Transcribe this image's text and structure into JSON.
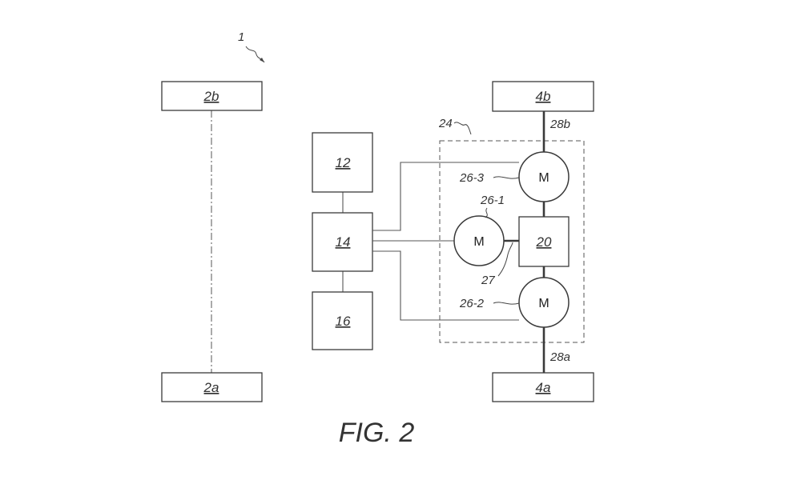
{
  "figure": {
    "caption": "FIG. 2",
    "system_ref": "1"
  },
  "blocks": {
    "axle_front_top": "2b",
    "axle_front_bottom": "2a",
    "block_12": "12",
    "block_14": "14",
    "block_16": "16",
    "block_20": "20",
    "axle_rear_top": "4b",
    "axle_rear_bottom": "4a"
  },
  "motors": {
    "motor_top": {
      "symbol": "M",
      "ref": "26-3"
    },
    "motor_mid": {
      "symbol": "M",
      "ref": "26-1"
    },
    "motor_bottom": {
      "symbol": "M",
      "ref": "26-2"
    }
  },
  "refs": {
    "drive_unit": "24",
    "shaft_top": "28b",
    "shaft_bottom": "28a",
    "coupling": "27"
  }
}
